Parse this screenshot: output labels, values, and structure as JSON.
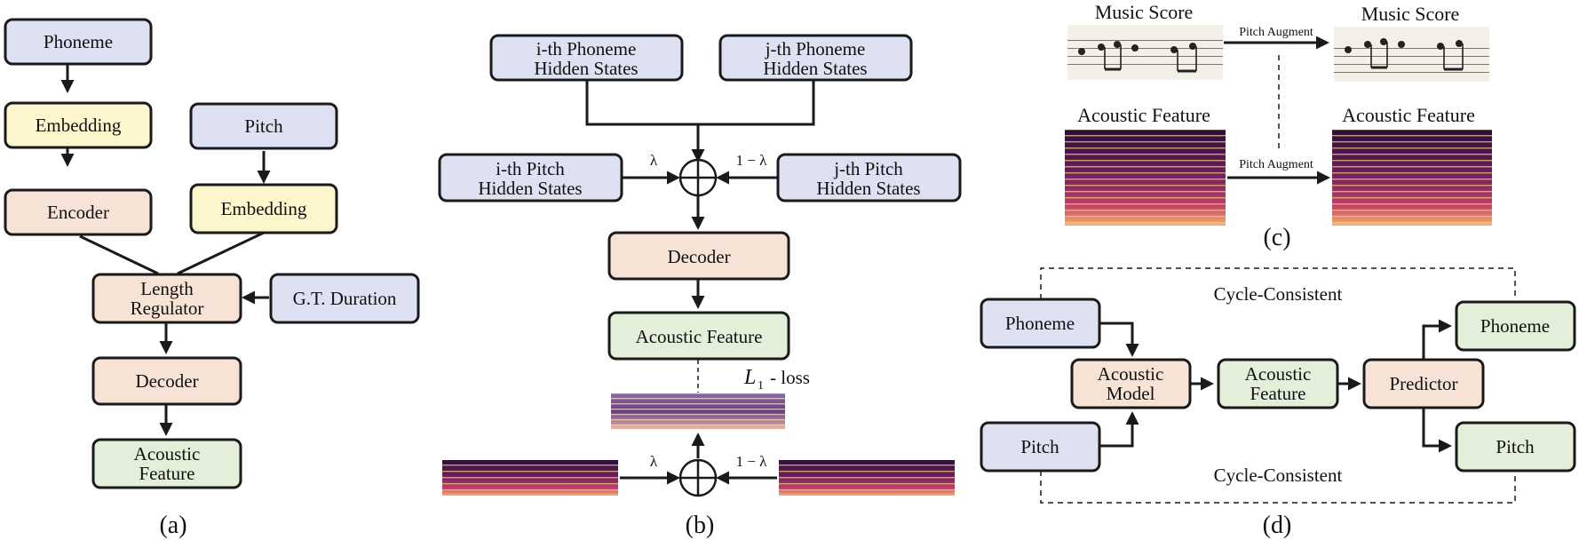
{
  "colors": {
    "blue": "#dde1f1",
    "yellow": "#fdf6cd",
    "peach": "#f7e3d6",
    "green": "#e3efd9",
    "stroke": "#1a1a1a",
    "spec_dark": "#2a0f3a",
    "spec_mid": "#a8327a",
    "spec_light": "#f3b46b"
  },
  "panel_a": {
    "label": "(a)",
    "phoneme": "Phoneme",
    "embedding_left": "Embedding",
    "pitch": "Pitch",
    "encoder": "Encoder",
    "embedding_right": "Embedding",
    "length_regulator_line1": "Length",
    "length_regulator_line2": "Regulator",
    "gt_duration": "G.T. Duration",
    "decoder": "Decoder",
    "acoustic_line1": "Acoustic",
    "acoustic_line2": "Feature"
  },
  "panel_b": {
    "label": "(b)",
    "i_phoneme_line1": "i-th Phoneme",
    "i_phoneme_line2": "Hidden States",
    "j_phoneme_line1": "j-th Phoneme",
    "j_phoneme_line2": "Hidden States",
    "i_pitch_line1": "i-th Pitch",
    "i_pitch_line2": "Hidden States",
    "j_pitch_line1": "j-th Pitch",
    "j_pitch_line2": "Hidden States",
    "lambda": "λ",
    "one_minus_lambda": "1 − λ",
    "decoder": "Decoder",
    "acoustic_feature": "Acoustic Feature",
    "loss_symbol": "L",
    "loss_subscript": "1",
    "loss_suffix": "- loss",
    "lambda_bottom": "λ",
    "one_minus_lambda_bottom": "1 − λ"
  },
  "panel_c": {
    "label": "(c)",
    "music_score_left": "Music Score",
    "music_score_right": "Music Score",
    "pitch_augment_top": "Pitch Augment",
    "acoustic_feature_left": "Acoustic Feature",
    "acoustic_feature_right": "Acoustic Feature",
    "pitch_augment_bottom": "Pitch Augment"
  },
  "panel_d": {
    "label": "(d)",
    "cycle_top": "Cycle-Consistent",
    "cycle_bottom": "Cycle-Consistent",
    "phoneme_in": "Phoneme",
    "pitch_in": "Pitch",
    "acoustic_model_line1": "Acoustic",
    "acoustic_model_line2": "Model",
    "acoustic_feature_line1": "Acoustic",
    "acoustic_feature_line2": "Feature",
    "predictor": "Predictor",
    "phoneme_out": "Phoneme",
    "pitch_out": "Pitch"
  }
}
